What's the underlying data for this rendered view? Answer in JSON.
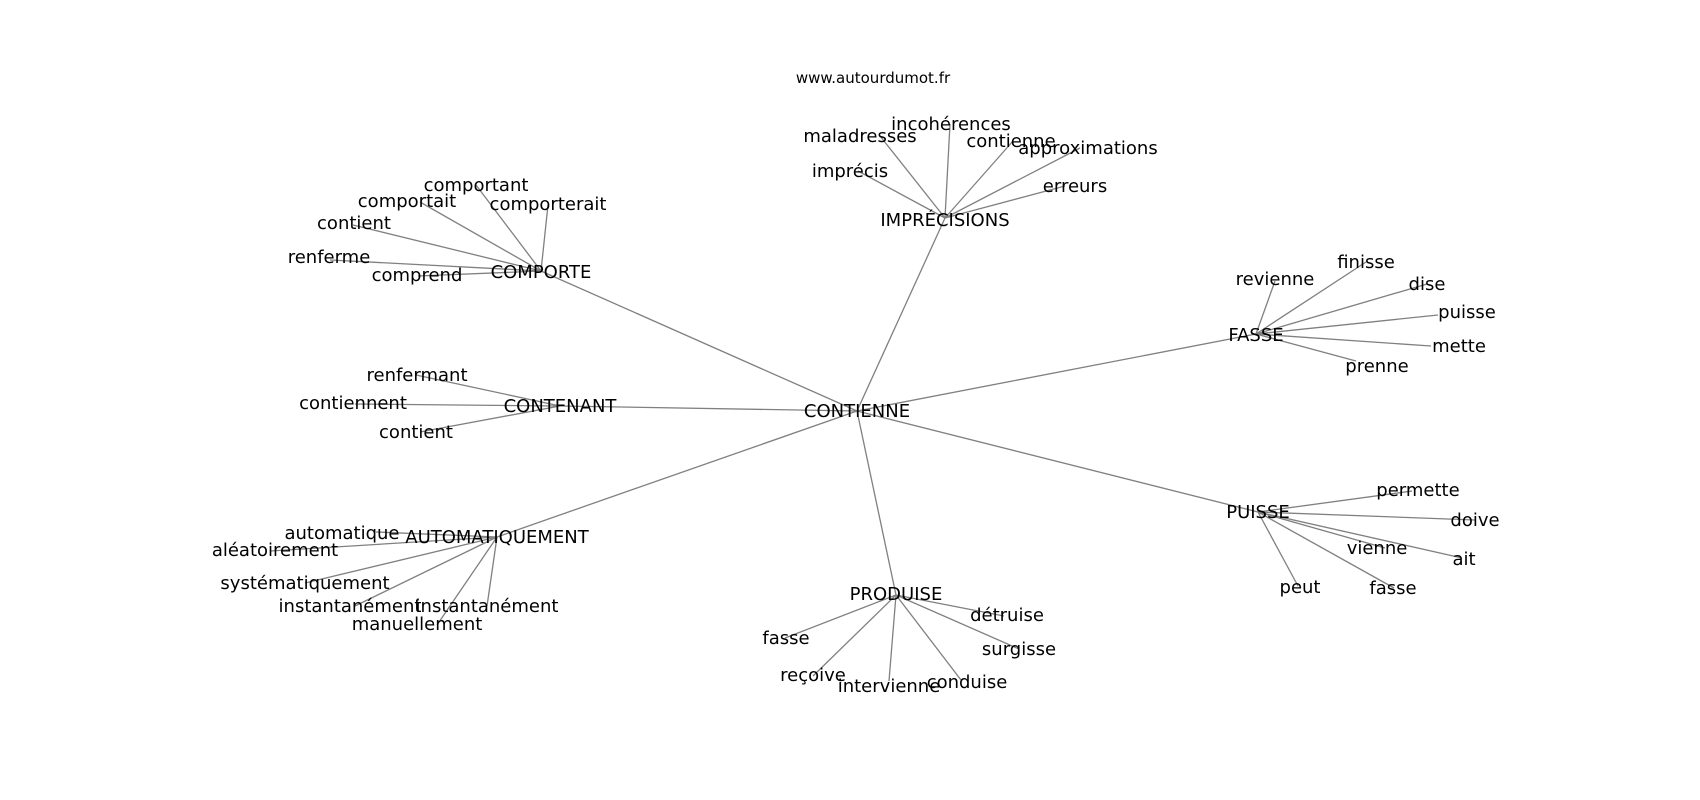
{
  "source": "www.autourdumot.fr",
  "edge_color": "#808080",
  "center": "CONTIENNE",
  "hubs": [
    {
      "label": "IMPRÉCISIONS",
      "words": [
        "incohérences",
        "maladresses",
        "contienne",
        "approximations",
        "imprécis",
        "erreurs"
      ]
    },
    {
      "label": "COMPORTE",
      "words": [
        "comportant",
        "comportait",
        "comporterait",
        "contient",
        "renferme",
        "comprend"
      ]
    },
    {
      "label": "FASSE",
      "words": [
        "finisse",
        "revienne",
        "dise",
        "puisse",
        "mette",
        "prenne"
      ]
    },
    {
      "label": "CONTENANT",
      "words": [
        "renfermant",
        "contiennent",
        "contient"
      ]
    },
    {
      "label": "PUISSE",
      "words": [
        "permette",
        "doive",
        "vienne",
        "ait",
        "peut",
        "fasse"
      ]
    },
    {
      "label": "AUTOMATIQUEMENT",
      "words": [
        "automatique",
        "aléatoirement",
        "systématiquement",
        "instantanément",
        "instantanément",
        "manuellement"
      ]
    },
    {
      "label": "PRODUISE",
      "words": [
        "détruise",
        "fasse",
        "surgisse",
        "reçoive",
        "intervienne",
        "conduise"
      ]
    }
  ]
}
